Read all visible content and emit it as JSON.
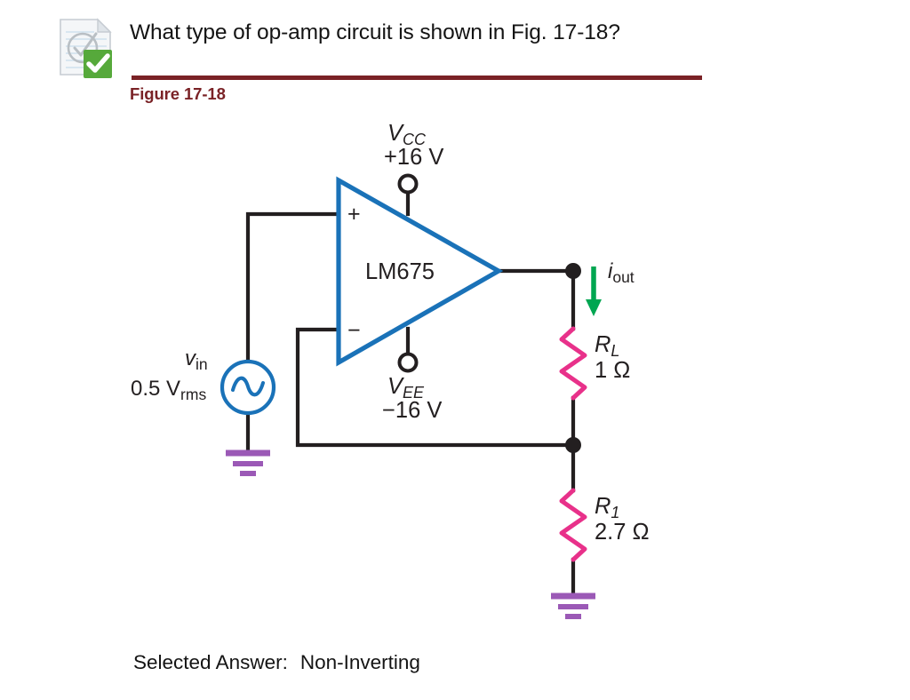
{
  "question": {
    "icon": "document-check-icon",
    "text": "What type of op-amp circuit is shown in Fig. 17-18?"
  },
  "figure": {
    "label": "Figure 17-18",
    "rule_color": "#7a2226"
  },
  "answer": {
    "label": "Selected Answer:",
    "value": "Non-Inverting"
  },
  "circuit": {
    "opamp": {
      "part_number": "LM675",
      "plus_terminal": "+",
      "minus_terminal": "−",
      "body_color": "#1a72b8"
    },
    "supplies": {
      "positive_symbol": "V",
      "positive_subscript": "CC",
      "positive_value": "+16 V",
      "negative_symbol": "V",
      "negative_subscript": "EE",
      "negative_value": "−16 V"
    },
    "source": {
      "symbol": "v",
      "subscript": "in",
      "value_number": "0.5 V",
      "value_subscript": "rms",
      "color": "#1a72b8"
    },
    "current": {
      "symbol": "i",
      "subscript": "out",
      "arrow_color": "#00a651",
      "direction": "down"
    },
    "resistors": [
      {
        "symbol": "R",
        "subscript": "L",
        "value": "1 Ω",
        "color": "#e8318a"
      },
      {
        "symbol": "R",
        "subscript": "1",
        "value": "2.7 Ω",
        "color": "#e8318a"
      }
    ],
    "ground_color": "#9b59b6",
    "wire_color": "#231f20"
  }
}
